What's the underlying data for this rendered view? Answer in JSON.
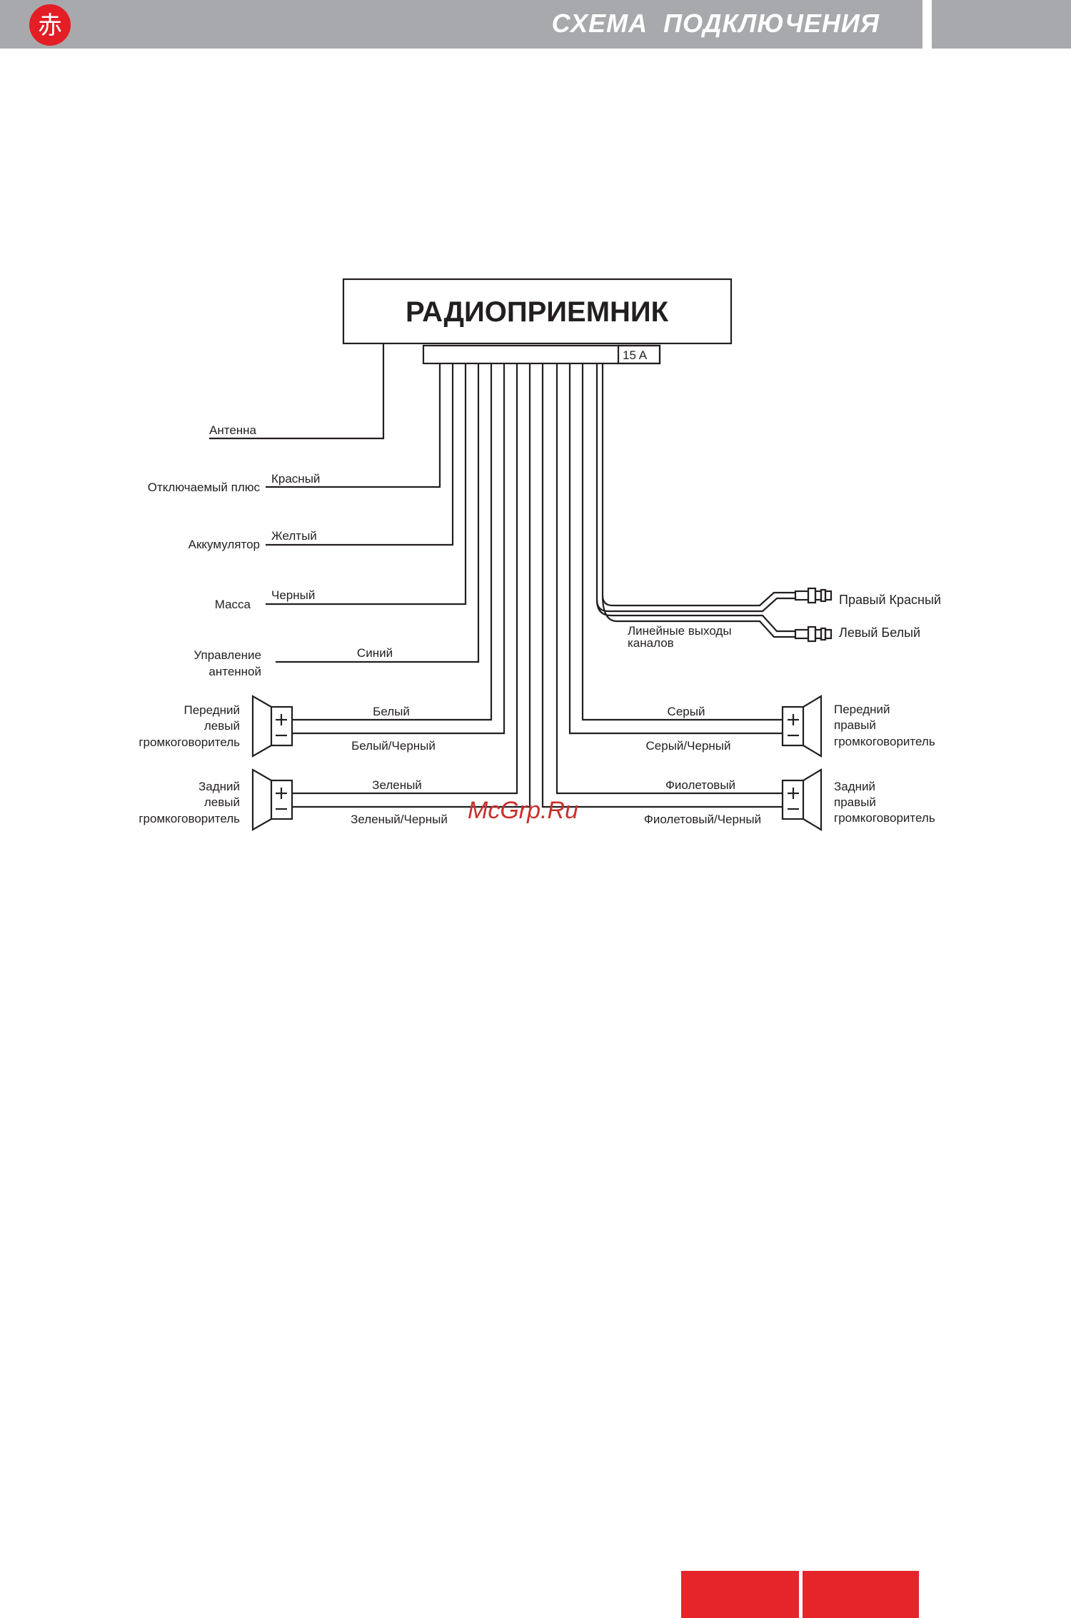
{
  "header": {
    "title": "СХЕМА  ПОДКЛЮЧЕНИЯ",
    "logo_glyph": "赤",
    "colors": {
      "bar": "#a7a9ac",
      "logo": "#e31e24",
      "footer": "#e5252a"
    }
  },
  "diagram": {
    "unit_title": "РАДИОПРИЕМНИК",
    "fuse": "15 A",
    "antenna": "Антенна",
    "switched_plus": {
      "label": "Отключаемый  плюс",
      "wire": "Красный"
    },
    "battery": {
      "label": "Аккумулятор",
      "wire": "Желтый"
    },
    "ground": {
      "label": "Масса",
      "wire": "Черный"
    },
    "antenna_control": {
      "label_line1": "Управление",
      "label_line2": "антенной",
      "wire": "Синий"
    },
    "front_left": {
      "line1": "Передний",
      "line2": "левый",
      "line3": "громкоговоритель",
      "plus_wire": "Белый",
      "minus_wire": "Белый/Черный"
    },
    "rear_left": {
      "line1": "Задний",
      "line2": "левый",
      "line3": "громкоговоритель",
      "plus_wire": "Зеленый",
      "minus_wire": "Зеленый/Черный"
    },
    "front_right": {
      "line1": "Передний",
      "line2": "правый",
      "line3": "громкоговоритель",
      "plus_wire": "Серый",
      "minus_wire": "Серый/Черный"
    },
    "rear_right": {
      "line1": "Задний",
      "line2": "правый",
      "line3": "громкоговоритель",
      "plus_wire": "Фиолетовый",
      "minus_wire": "Фиолетовый/Черный"
    },
    "line_out": {
      "label_line1": "Линейные  выходы",
      "label_line2": "каналов",
      "right": "Правый  Красный",
      "left": "Левый  Белый"
    },
    "watermark": "McGrp.Ru"
  }
}
